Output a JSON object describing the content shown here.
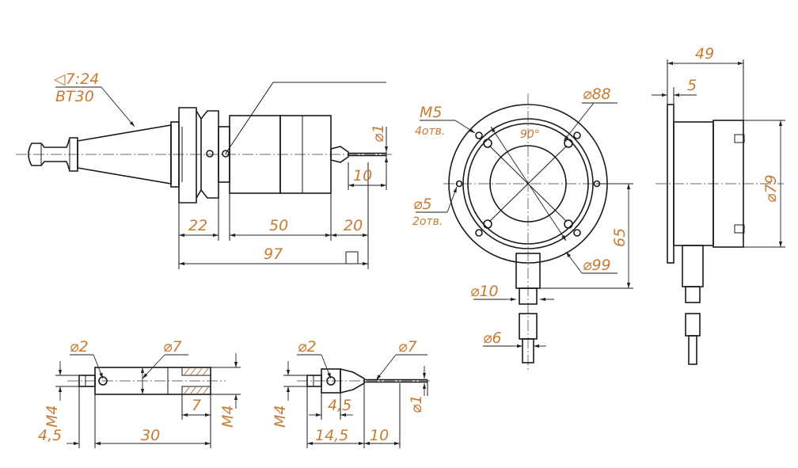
{
  "colors": {
    "line": "#1a1a1a",
    "dimension_text": "#c87a32"
  },
  "views": {
    "side": {
      "taper_symbol": "◁7:24",
      "taper_code": "BT30",
      "dim_1": "⌀1",
      "dim_10": "10",
      "dim_22": "22",
      "dim_50": "50",
      "dim_20": "20",
      "dim_97": "97"
    },
    "front": {
      "m5": "M5",
      "m5_holes": "4отв.",
      "d88": "⌀88",
      "angle": "90°",
      "d5": "⌀5",
      "d5_holes": "2отв.",
      "d99": "⌀99",
      "h65": "65",
      "d10": "⌀10",
      "d6": "⌀6"
    },
    "right": {
      "w49": "49",
      "w5": "5",
      "d79": "⌀79"
    },
    "stylus_a": {
      "d2": "⌀2",
      "d7": "⌀7",
      "m4_left": "M4",
      "d7_len": "7",
      "m4_right": "M4",
      "d45": "4,5",
      "len30": "30"
    },
    "stylus_b": {
      "d2": "⌀2",
      "d7": "⌀7",
      "m4": "M4",
      "d45": "4,5",
      "d1": "⌀1",
      "len145": "14,5",
      "len10": "10"
    }
  }
}
